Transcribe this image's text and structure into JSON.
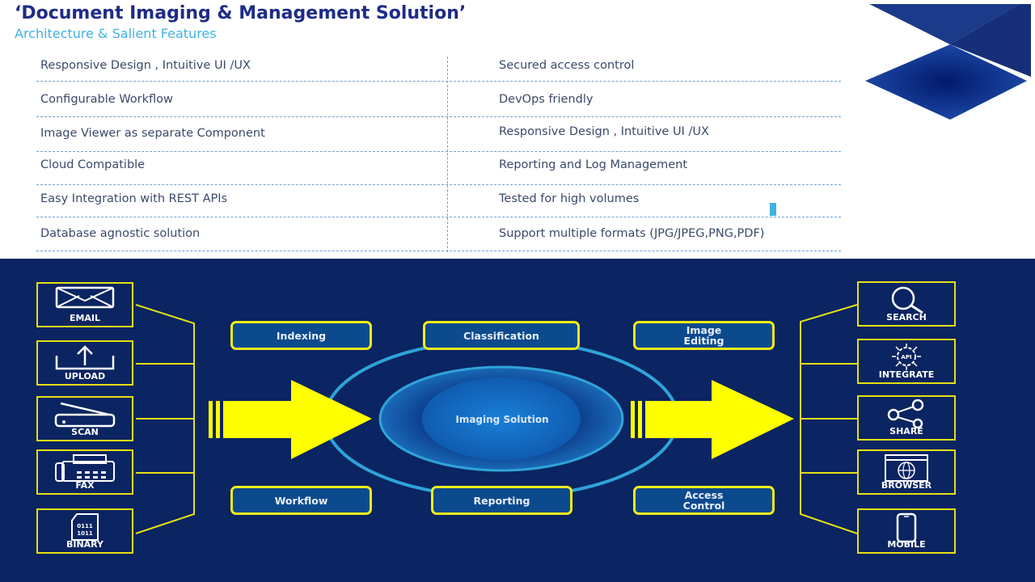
{
  "header": {
    "title": "‘Document Imaging & Management Solution’",
    "subtitle": "Architecture & Salient Features"
  },
  "features": {
    "left": [
      "Responsive Design , Intuitive UI /UX",
      "Configurable Workflow",
      "Image Viewer as separate Component",
      "Cloud Compatible",
      "Easy Integration with REST APIs",
      "Database agnostic solution"
    ],
    "right": [
      "Secured access control",
      "DevOps friendly",
      "Responsive Design , Intuitive UI /UX",
      "Reporting and Log Management",
      "Tested for high volumes",
      "Support multiple formats (JPG/JPEG,PNG,PDF)"
    ]
  },
  "diagram": {
    "inputs": [
      "EMAIL",
      "UPLOAD",
      "SCAN",
      "FAX",
      "BINARY"
    ],
    "binary_digits": [
      "0111",
      "1011"
    ],
    "outputs": [
      "SEARCH",
      "INTEGRATE",
      "SHARE",
      "BROWSER",
      "MOBILE"
    ],
    "api_label": "API",
    "modules": {
      "indexing": "Indexing",
      "classification": "Classification",
      "image_editing": "Image Editing",
      "workflow": "Workflow",
      "reporting": "Reporting",
      "access_control": "Access Control"
    },
    "core": "Imaging Solution"
  },
  "colors": {
    "navy": "#0b2462",
    "yellow": "#f0ee16",
    "cyan": "#3fb2e6"
  }
}
